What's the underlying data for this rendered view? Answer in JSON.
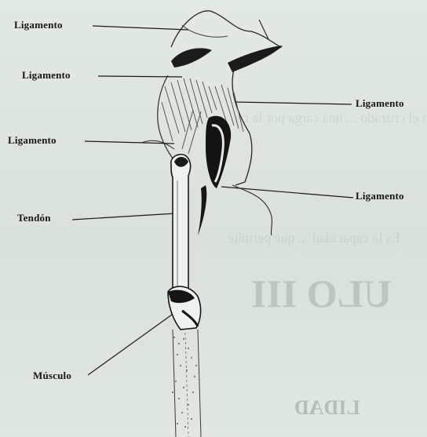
{
  "labels": {
    "ligamento_1": "Ligamento",
    "ligamento_2": "Ligamento",
    "ligamento_3": "Ligamento",
    "ligamento_4": "Ligamento",
    "ligamento_5": "Ligamento",
    "tendon": "Tendón",
    "musculo": "Músculo"
  },
  "background_text": {
    "line_1": "en el cruzado ... una carga por la co",
    "line_2": "Es la capacidad ... que permite",
    "heading": "ULO III",
    "footer": "LIDAD"
  }
}
